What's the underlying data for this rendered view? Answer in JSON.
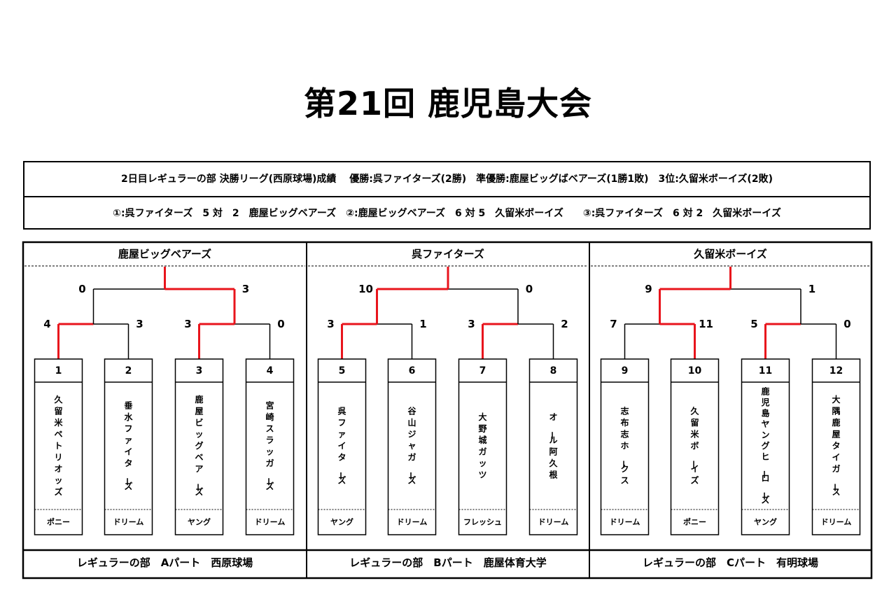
{
  "title": "第21回 鹿児島大会",
  "info": {
    "line1": "2日目レギュラーの部 決勝リーグ(西原球場)成績　 優勝:呉ファイターズ(2勝)　準優勝:鹿屋ビッグばベアーズ(1勝1敗)　3位:久留米ボーイズ(2敗)",
    "line2": "①:呉ファイターズ　5 対　2　鹿屋ビッグベアーズ　②:鹿屋ビッグベアーズ　6 対 5　久留米ボーイズ　　③:呉ファイターズ　6 対 2　久留米ボーイズ"
  },
  "parts": [
    {
      "winner": "鹿屋ビッグベアーズ",
      "footer": "レギュラーの部　Aパート　西原球場",
      "semi_left_score": "0",
      "semi_right_score": "3",
      "semi_winner": "right",
      "matches": [
        {
          "left_score": "4",
          "right_score": "3",
          "winner": "left"
        },
        {
          "left_score": "3",
          "right_score": "0",
          "winner": "left"
        }
      ],
      "teams": [
        {
          "seed": "1",
          "name": "久留米ペトリオッズ",
          "category": "ポニー"
        },
        {
          "seed": "2",
          "name": "垂水ファイターズ",
          "category": "ドリーム"
        },
        {
          "seed": "3",
          "name": "鹿屋ビッグベアーズ",
          "category": "ヤング"
        },
        {
          "seed": "4",
          "name": "宮崎スラッガーズ",
          "category": "ドリーム"
        }
      ]
    },
    {
      "winner": "呉ファイターズ",
      "footer": "レギュラーの部　Bパート　鹿屋体育大学",
      "semi_left_score": "10",
      "semi_right_score": "0",
      "semi_winner": "left",
      "matches": [
        {
          "left_score": "3",
          "right_score": "1",
          "winner": "left"
        },
        {
          "left_score": "3",
          "right_score": "2",
          "winner": "left"
        }
      ],
      "teams": [
        {
          "seed": "5",
          "name": "呉ファイターズ",
          "category": "ヤング"
        },
        {
          "seed": "6",
          "name": "谷山ジャガーズ",
          "category": "ドリーム"
        },
        {
          "seed": "7",
          "name": "大野城ガッツ",
          "category": "フレッシュ"
        },
        {
          "seed": "8",
          "name": "オール阿久根",
          "category": "ドリーム"
        }
      ]
    },
    {
      "winner": "久留米ボーイズ",
      "footer": "レギュラーの部　Cパート　有明球場",
      "semi_left_score": "9",
      "semi_right_score": "1",
      "semi_winner": "left",
      "matches": [
        {
          "left_score": "7",
          "right_score": "11",
          "winner": "right"
        },
        {
          "left_score": "5",
          "right_score": "0",
          "winner": "left"
        }
      ],
      "teams": [
        {
          "seed": "9",
          "name": "志布志ホークス",
          "category": "ドリーム"
        },
        {
          "seed": "10",
          "name": "久留米ボーイズ",
          "category": "ポニー"
        },
        {
          "seed": "11",
          "name": "鹿児島ヤングヒーローズ",
          "category": "ヤング"
        },
        {
          "seed": "12",
          "name": "大隅鹿屋タイガース",
          "category": "ドリーム"
        }
      ]
    }
  ],
  "colors": {
    "winner_line": "#e8141c",
    "line": "#000000"
  }
}
